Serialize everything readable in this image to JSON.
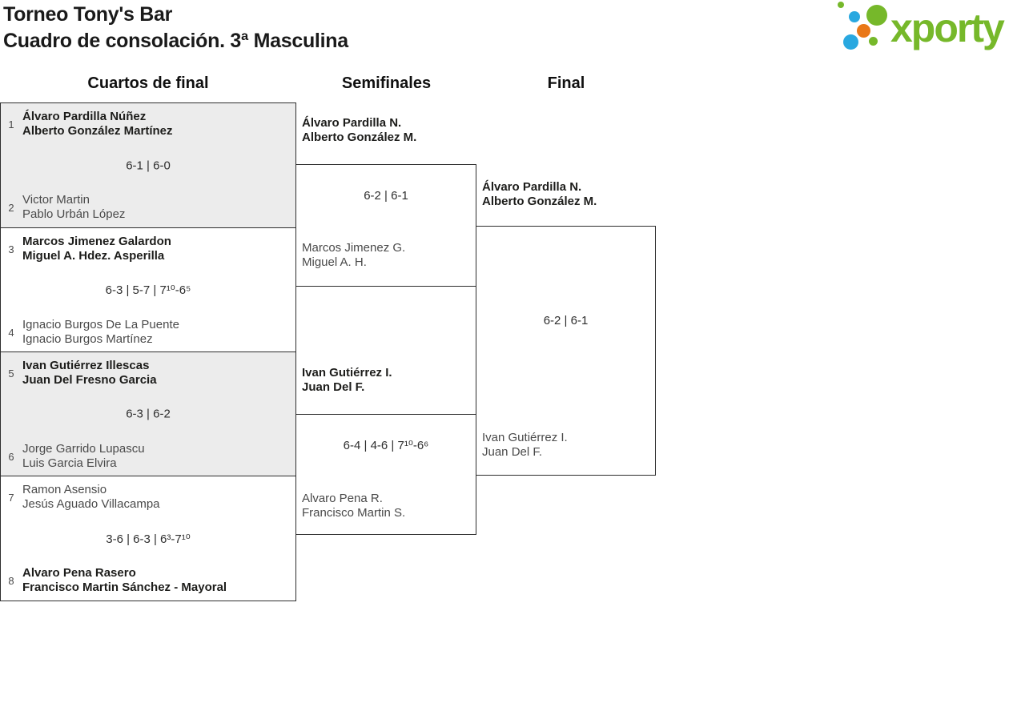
{
  "header": {
    "title_line1": "Torneo Tony's Bar",
    "title_line2": "Cuadro de consolación. 3ª Masculina"
  },
  "logo": {
    "text": "xporty",
    "green": "#76b82a",
    "blue": "#29a8e0",
    "orange": "#e97817"
  },
  "columns": {
    "quarterfinals": "Cuartos de final",
    "semifinals": "Semifinales",
    "final": "Final"
  },
  "bracket": {
    "quarterfinals": [
      {
        "top": {
          "seed": "1",
          "players": [
            "Álvaro Pardilla Núñez",
            "Alberto González Martínez"
          ],
          "winner": true
        },
        "score": "6-1 | 6-0",
        "bottom": {
          "seed": "2",
          "players": [
            "Victor Martin",
            "Pablo Urbán López"
          ],
          "winner": false
        }
      },
      {
        "top": {
          "seed": "3",
          "players": [
            "Marcos Jimenez Galardon",
            "Miguel A. Hdez. Asperilla"
          ],
          "winner": true
        },
        "score": "6-3 | 5-7 | 7¹⁰-6⁵",
        "bottom": {
          "seed": "4",
          "players": [
            "Ignacio Burgos De La Puente",
            "Ignacio Burgos Martínez"
          ],
          "winner": false
        }
      },
      {
        "top": {
          "seed": "5",
          "players": [
            "Ivan Gutiérrez Illescas",
            "Juan Del Fresno Garcia"
          ],
          "winner": true
        },
        "score": "6-3 | 6-2",
        "bottom": {
          "seed": "6",
          "players": [
            "Jorge Garrido Lupascu",
            "Luis Garcia Elvira"
          ],
          "winner": false
        }
      },
      {
        "top": {
          "seed": "7",
          "players": [
            "Ramon Asensio",
            "Jesús Aguado Villacampa"
          ],
          "winner": false
        },
        "score": "3-6 | 6-3 | 6³-7¹⁰",
        "bottom": {
          "seed": "8",
          "players": [
            "Alvaro Pena Rasero",
            "Francisco Martin Sánchez - Mayoral"
          ],
          "winner": true
        }
      }
    ],
    "semifinals": [
      {
        "top": {
          "players": [
            "Álvaro Pardilla N.",
            "Alberto González M."
          ],
          "winner": true
        },
        "score": "6-2 | 6-1",
        "bottom": {
          "players": [
            "Marcos Jimenez G.",
            "Miguel A. H."
          ],
          "winner": false
        }
      },
      {
        "top": {
          "players": [
            "Ivan Gutiérrez I.",
            "Juan Del F."
          ],
          "winner": true
        },
        "score": "6-4 | 4-6 | 7¹⁰-6⁶",
        "bottom": {
          "players": [
            "Alvaro Pena R.",
            "Francisco Martin S."
          ],
          "winner": false
        }
      }
    ],
    "final": {
      "top": {
        "players": [
          "Álvaro Pardilla N.",
          "Alberto González M."
        ],
        "winner": true
      },
      "score": "6-2 | 6-1",
      "bottom": {
        "players": [
          "Ivan Gutiérrez I.",
          "Juan Del F."
        ],
        "winner": false
      }
    }
  }
}
